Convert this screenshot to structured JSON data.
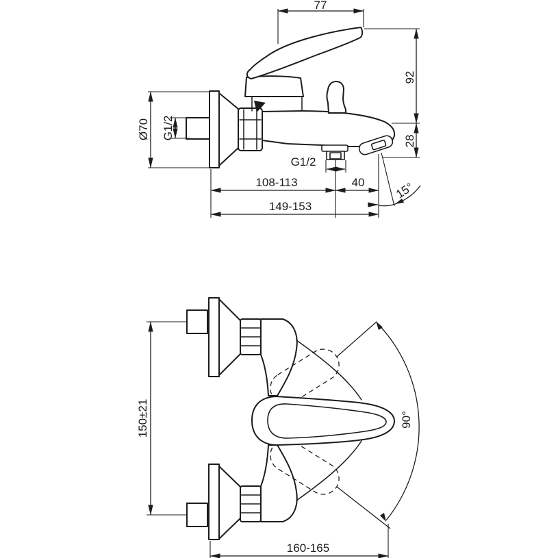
{
  "colors": {
    "line": "#1c1c1c",
    "background": "#ffffff"
  },
  "side_view": {
    "labels": {
      "handle_width": "77",
      "height_to_spout": "92",
      "spout_drop": "28",
      "escutcheon_diameter": "Ø70",
      "inlet_thread": "G1/2",
      "outlet_thread": "G1/2",
      "wall_to_outlet": "108-113",
      "outlet_to_tip": "40",
      "wall_to_tip": "149-153",
      "spout_angle": "15°"
    }
  },
  "front_view": {
    "labels": {
      "pipe_center_height": "150±21",
      "overall_width": "160-165",
      "swing_angle": "90°"
    }
  }
}
